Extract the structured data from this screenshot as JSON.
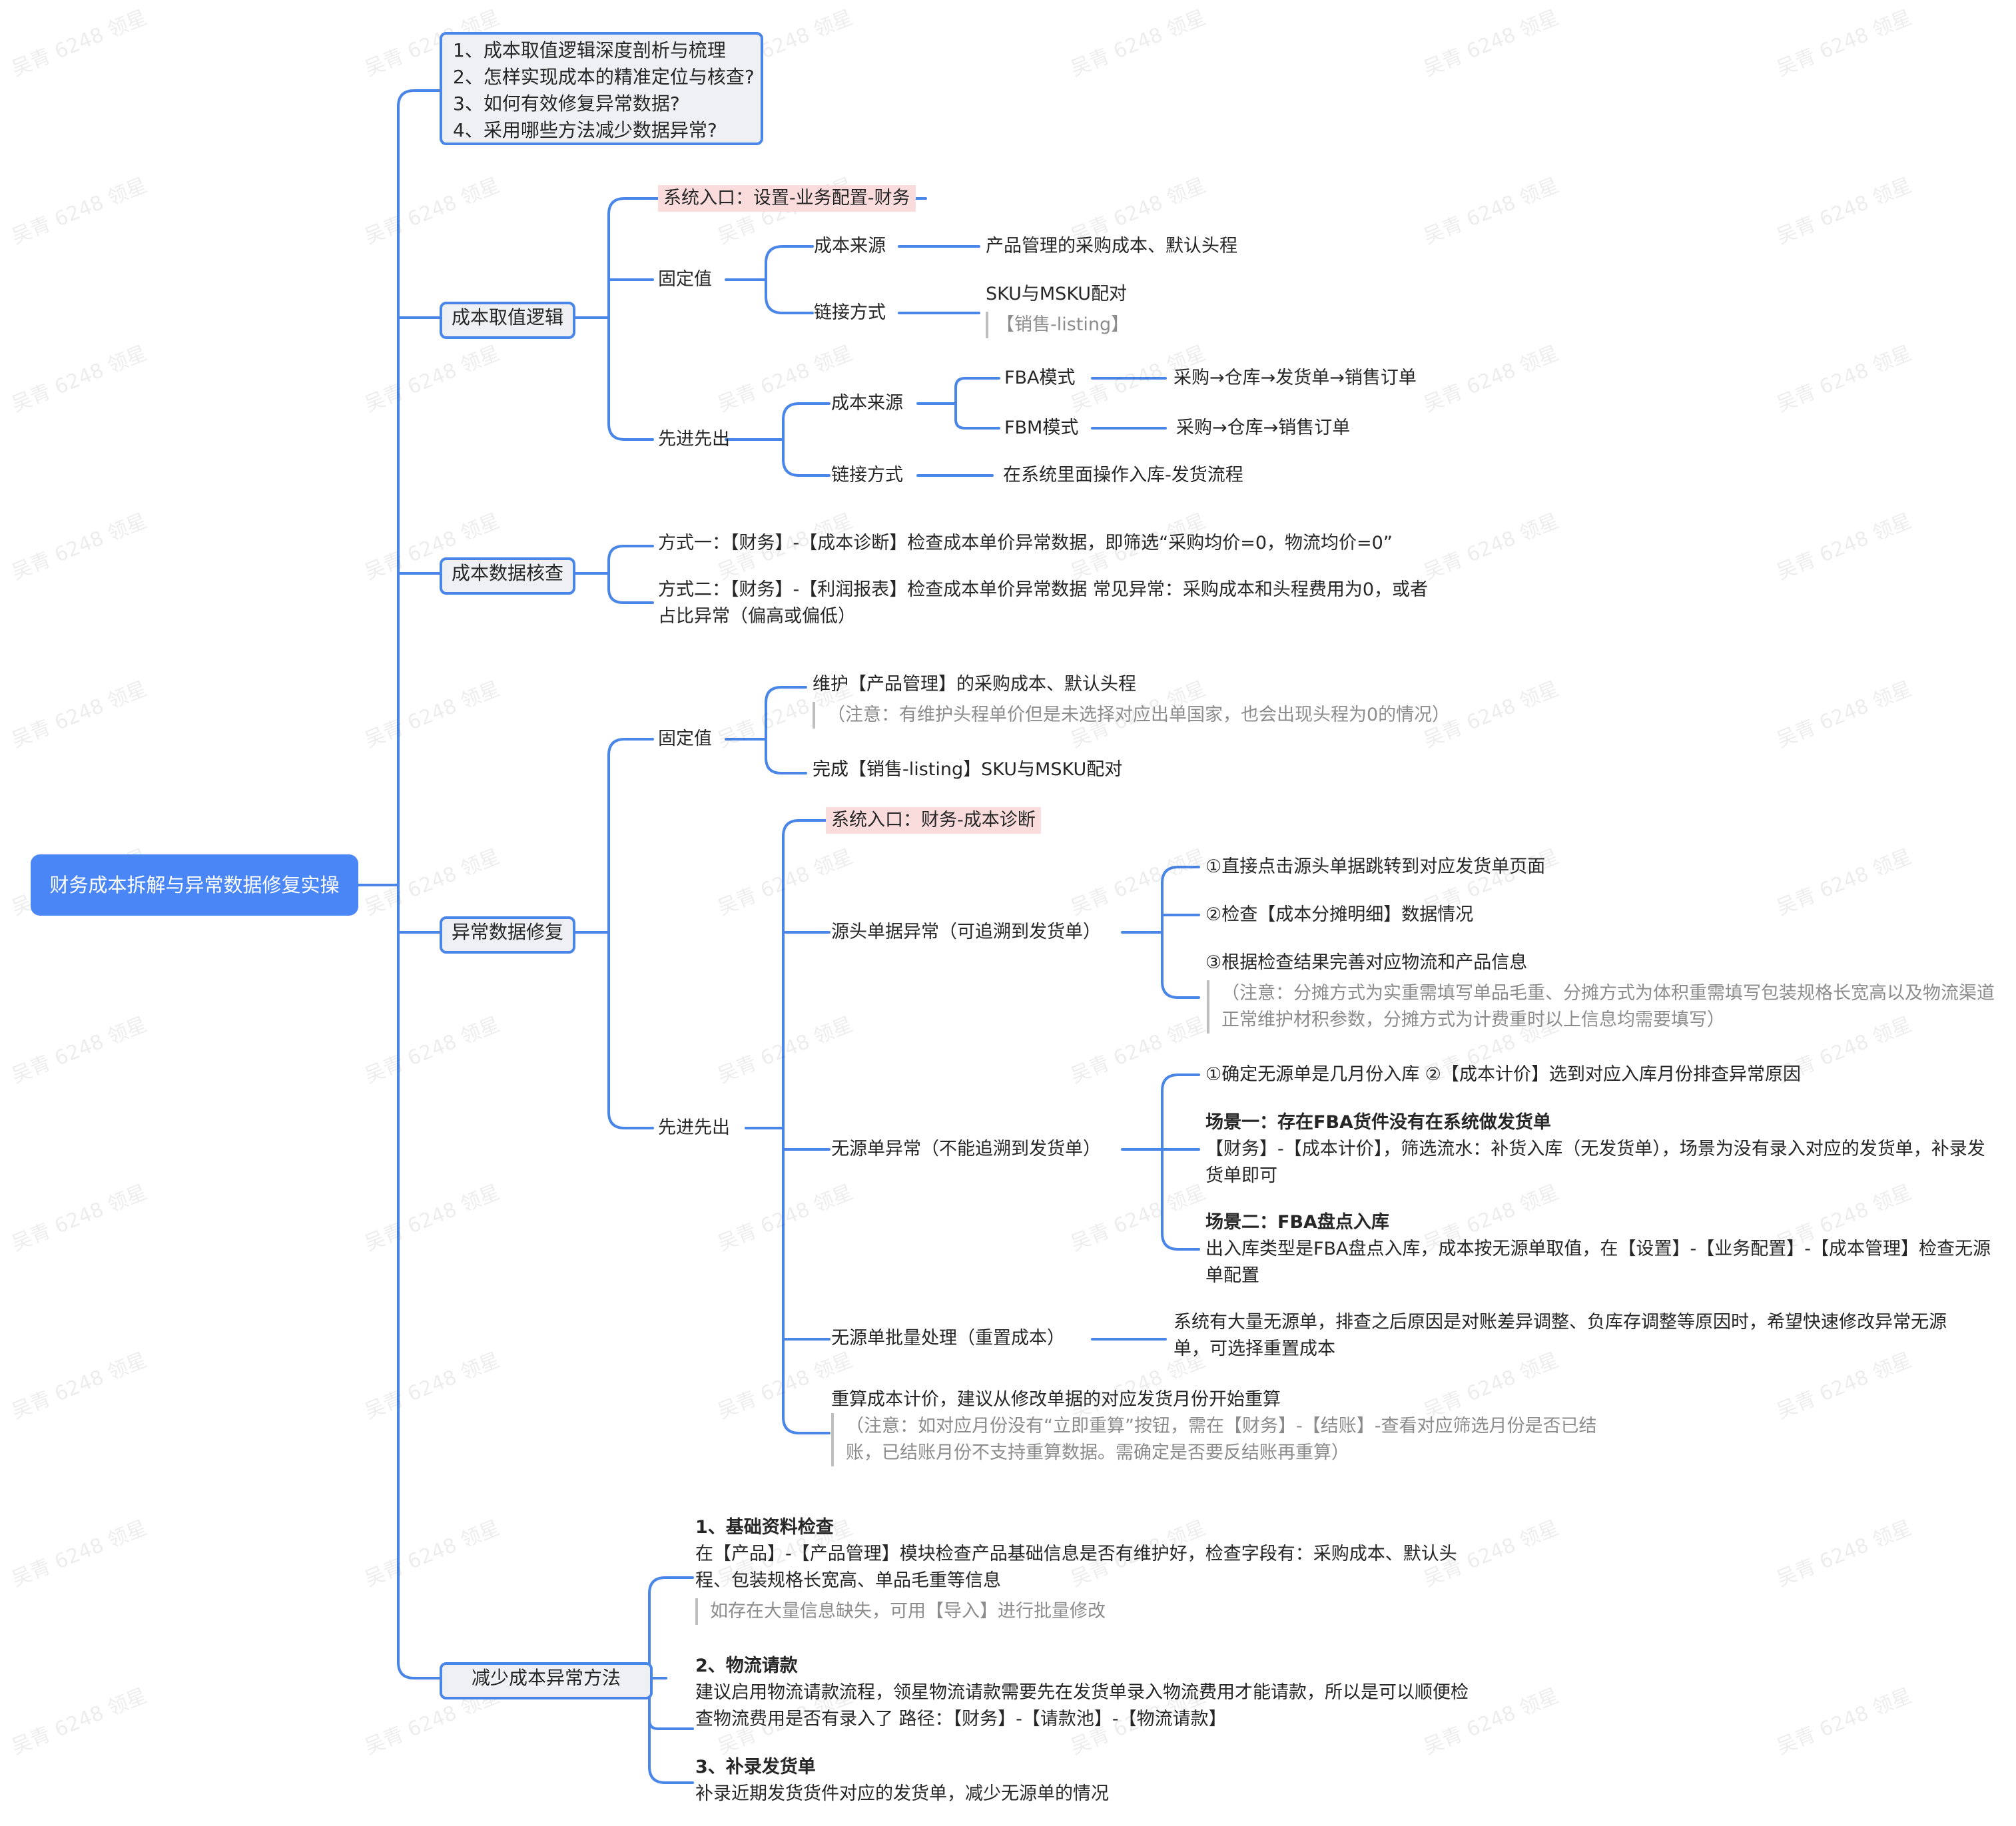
{
  "watermark": "吴青 6248 领星",
  "root": "财务成本拆解与异常数据修复实操",
  "intro": [
    "1、成本取值逻辑深度剖析与梳理",
    "2、怎样实现成本的精准定位与核查?",
    "3、如何有效修复异常数据?",
    "4、采用哪些方法减少数据异常?"
  ],
  "b1": {
    "label": "成本取值逻辑",
    "entry": "系统入口：设置-业务配置-财务",
    "fixed": {
      "label": "固定值",
      "source": "成本来源",
      "source_val": "产品管理的采购成本、默认头程",
      "link": "链接方式",
      "link_val": "SKU与MSKU配对",
      "link_note": "【销售-listing】"
    },
    "fifo": {
      "label": "先进先出",
      "source": "成本来源",
      "fba": "FBA模式",
      "fba_flow": "采购→仓库→发货单→销售订单",
      "fbm": "FBM模式",
      "fbm_flow": "采购→仓库→销售订单",
      "link": "链接方式",
      "link_val": "在系统里面操作入库-发货流程"
    }
  },
  "b2": {
    "label": "成本数据核查",
    "m1": "方式一：【财务】-【成本诊断】检查成本单价异常数据，即筛选“采购均价=0，物流均价=0”",
    "m2": "方式二：【财务】-【利润报表】检查成本单价异常数据 常见异常：采购成本和头程费用为0，或者占比异常（偏高或偏低）"
  },
  "b3": {
    "label": "异常数据修复",
    "fixed": {
      "label": "固定值",
      "item1": "维护【产品管理】的采购成本、默认头程",
      "note1": "（注意：有维护头程单价但是未选择对应出单国家，也会出现头程为0的情况）",
      "item2": "完成【销售-listing】SKU与MSKU配对"
    },
    "fifo": {
      "label": "先进先出",
      "entry": "系统入口：财务-成本诊断",
      "traceable": "源头单据异常（可追溯到发货单）",
      "t1": "①直接点击源头单据跳转到对应发货单页面",
      "t2": "②检查【成本分摊明细】数据情况",
      "t3": "③根据检查结果完善对应物流和产品信息",
      "t3_note": "（注意：分摊方式为实重需填写单品毛重、分摊方式为体积重需填写包装规格长宽高以及物流渠道正常维护材积参数，分摊方式为计费重时以上信息均需要填写）",
      "untraceable": "无源单异常（不能追溯到发货单）",
      "u1": "①确定无源单是几月份入库 ②【成本计价】选到对应入库月份排查异常原因",
      "s1_title": "场景一：存在FBA货件没有在系统做发货单",
      "s1_text": "【财务】-【成本计价】，筛选流水：补货入库（无发货单），场景为没有录入对应的发货单，补录发货单即可",
      "s2_title": "场景二：FBA盘点入库",
      "s2_text": "出入库类型是FBA盘点入库，成本按无源单取值，在【设置】-【业务配置】-【成本管理】检查无源单配置",
      "batch": "无源单批量处理（重置成本）",
      "batch_text": "系统有大量无源单，排查之后原因是对账差异调整、负库存调整等原因时，希望快速修改异常无源单，可选择重置成本",
      "recalc": "重算成本计价，建议从修改单据的对应发货月份开始重算",
      "recalc_note": "（注意：如对应月份没有“立即重算”按钮，需在【财务】-【结账】-查看对应筛选月份是否已结账，已结账月份不支持重算数据。需确定是否要反结账再重算）"
    }
  },
  "b4": {
    "label": "减少成本异常方法",
    "m1_title": "1、基础资料检查",
    "m1_text": "在【产品】-【产品管理】模块检查产品基础信息是否有维护好，检查字段有：采购成本、默认头程、包装规格长宽高、单品毛重等信息",
    "m1_note": "如存在大量信息缺失，可用【导入】进行批量修改",
    "m2_title": "2、物流请款",
    "m2_text": "建议启用物流请款流程，领星物流请款需要先在发货单录入物流费用才能请款，所以是可以顺便检查物流费用是否有录入了 路径：【财务】-【请款池】-【物流请款】",
    "m3_title": "3、补录发货单",
    "m3_text": "补录近期发货货件对应的发货单，减少无源单的情况"
  },
  "colors": {
    "line": "#4a86e8",
    "root": "#4a86f6",
    "highlight": "#fadcdc"
  }
}
